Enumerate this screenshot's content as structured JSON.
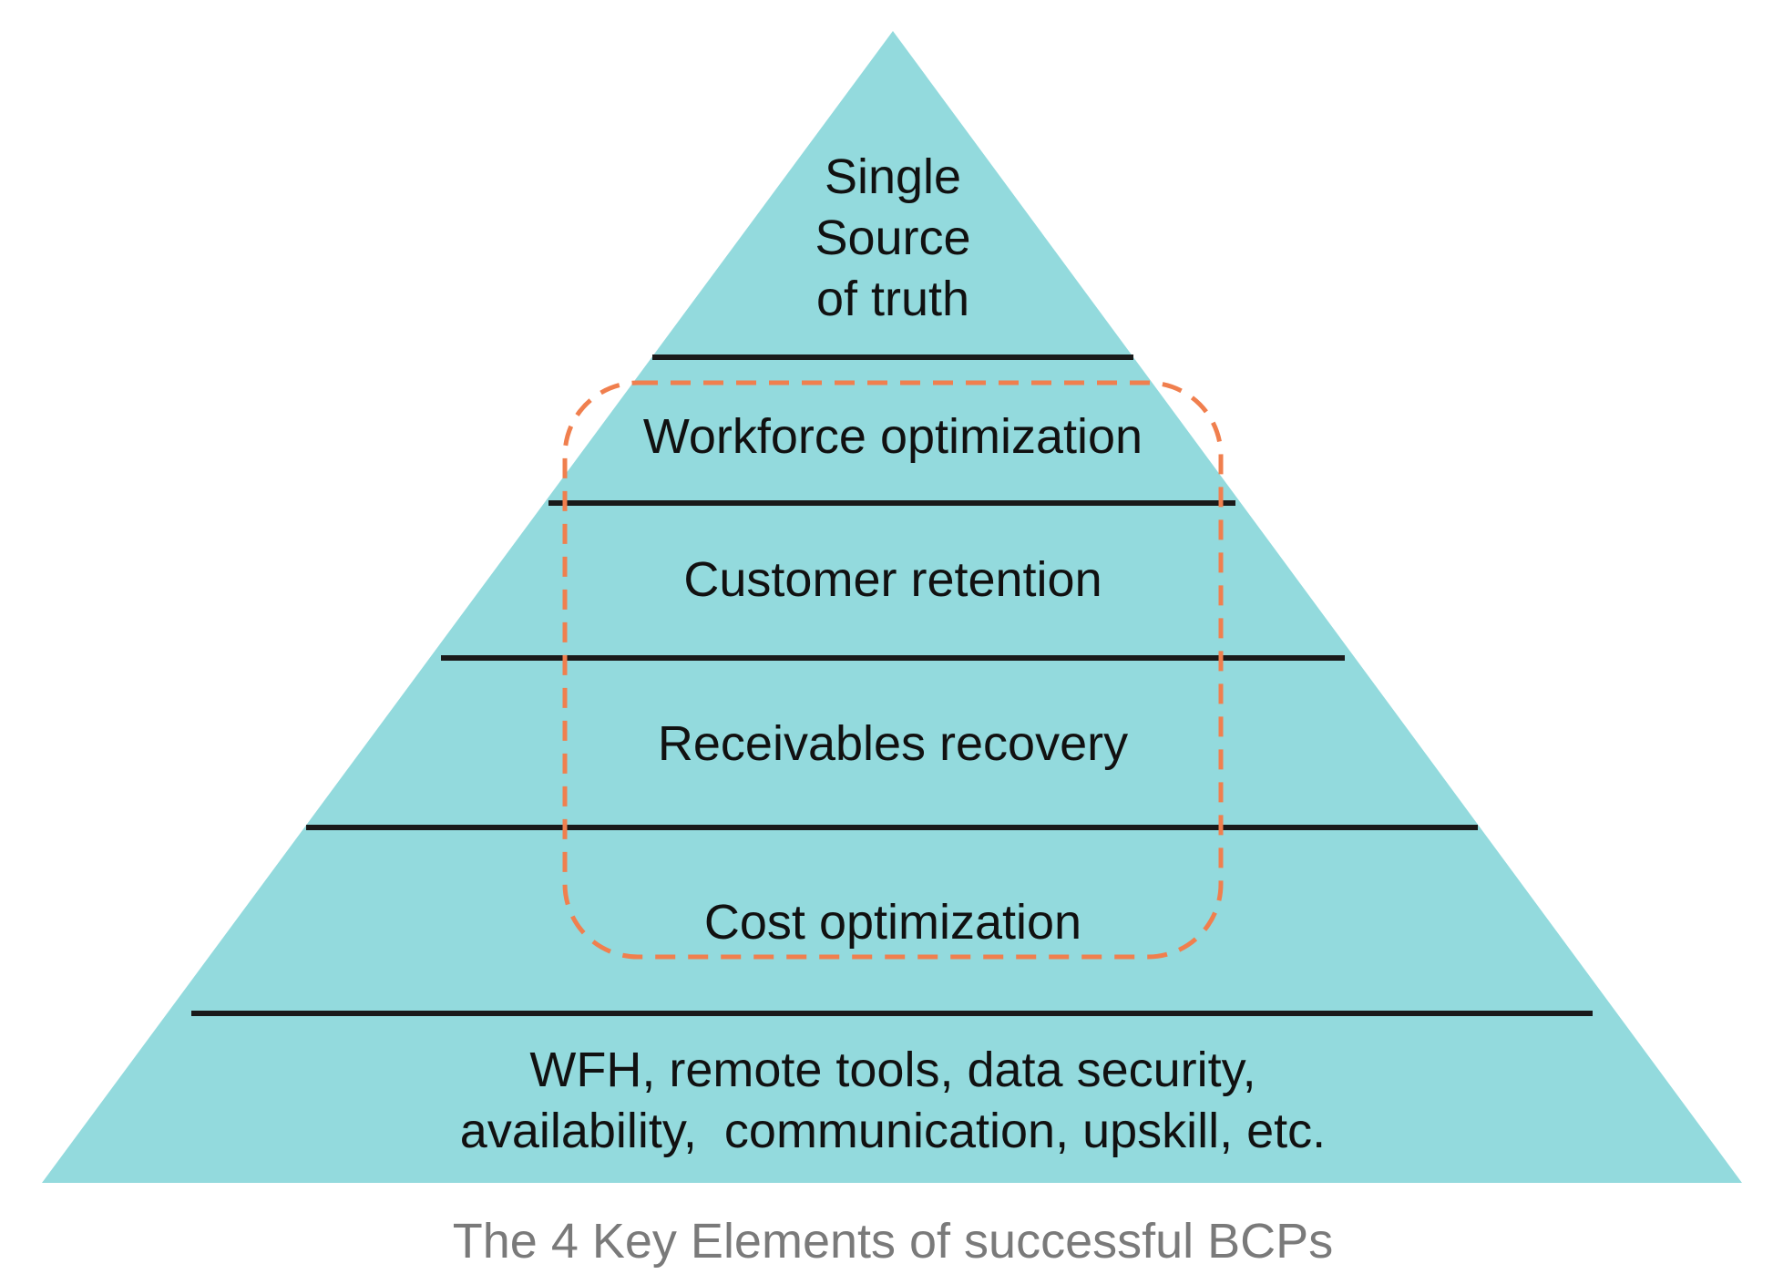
{
  "diagram": {
    "type": "pyramid",
    "colors": {
      "pyramid_fill": "#93dadd",
      "divider": "#1a1a1a",
      "highlight_border": "#f07f4e",
      "caption": "#7a7a7a"
    },
    "tiers": [
      {
        "lines": [
          "Single",
          "Source",
          "of truth"
        ]
      },
      {
        "lines": [
          "Workforce optimization"
        ]
      },
      {
        "lines": [
          "Customer retention"
        ]
      },
      {
        "lines": [
          "Receivables recovery"
        ]
      },
      {
        "lines": [
          "Cost optimization"
        ]
      },
      {
        "lines": [
          "WFH, remote tools, data security,",
          "availability,  communication, upskill, etc."
        ]
      }
    ],
    "highlight": {
      "style": "dashed-rounded-rectangle",
      "covers_tiers": [
        1,
        2,
        3,
        4
      ]
    },
    "caption": "The 4 Key Elements of successful BCPs"
  }
}
